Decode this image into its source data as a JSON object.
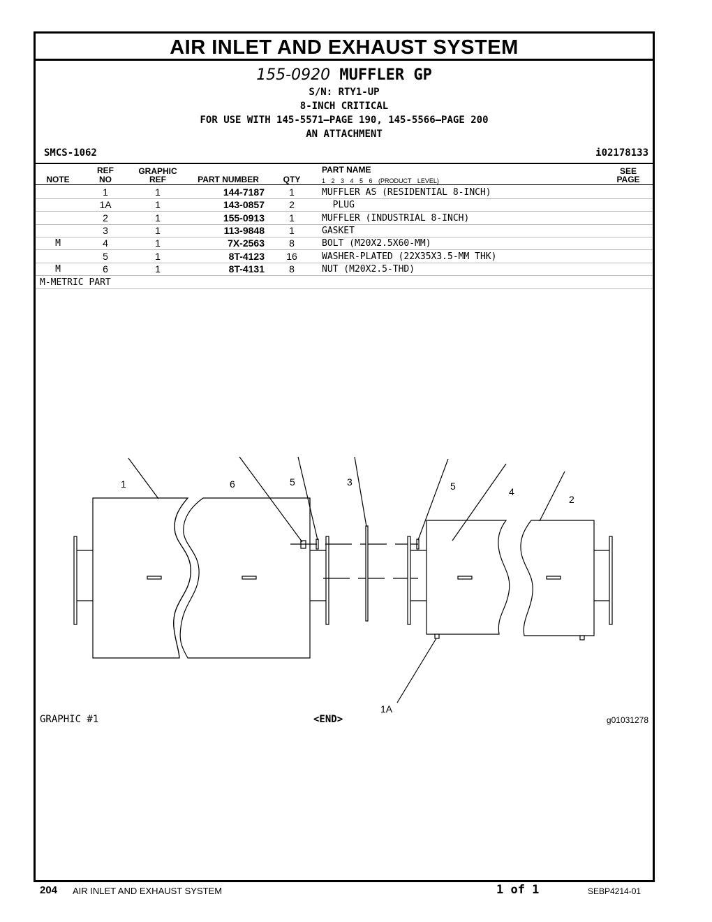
{
  "header": {
    "section_title": "AIR INLET AND EXHAUST SYSTEM",
    "group_part_number": "155-0920",
    "group_name": "MUFFLER GP",
    "serial": "S/N: RTY1-UP",
    "line2": "8-INCH CRITICAL",
    "line3": "FOR USE WITH 145-5571—PAGE 190, 145-5566—PAGE 200",
    "line4": "AN ATTACHMENT",
    "smcs": "SMCS-1062",
    "illustration_id": "i02178133"
  },
  "table": {
    "columns": {
      "note": "NOTE",
      "ref_top": "REF",
      "ref_bottom": "NO",
      "graphic_top": "GRAPHIC",
      "graphic_bottom": "REF",
      "part_number": "PART NUMBER",
      "qty": "QTY",
      "part_name": "PART NAME",
      "product_level": "1 2 3 4 5 6 (PRODUCT LEVEL)",
      "see_top": "SEE",
      "see_bottom": "PAGE"
    },
    "rows": [
      {
        "note": "",
        "ref": "1",
        "gref": "1",
        "part_number": "144-7187",
        "qty": "1",
        "name": "MUFFLER AS (RESIDENTIAL 8-INCH)"
      },
      {
        "note": "",
        "ref": "1A",
        "gref": "1",
        "part_number": "143-0857",
        "qty": "2",
        "name": "  PLUG"
      },
      {
        "note": "",
        "ref": "2",
        "gref": "1",
        "part_number": "155-0913",
        "qty": "1",
        "name": "MUFFLER (INDUSTRIAL 8-INCH)"
      },
      {
        "note": "",
        "ref": "3",
        "gref": "1",
        "part_number": "113-9848",
        "qty": "1",
        "name": "GASKET"
      },
      {
        "note": "M",
        "ref": "4",
        "gref": "1",
        "part_number": "7X-2563",
        "qty": "8",
        "name": "BOLT (M20X2.5X60-MM)"
      },
      {
        "note": "",
        "ref": "5",
        "gref": "1",
        "part_number": "8T-4123",
        "qty": "16",
        "name": "WASHER-PLATED (22X35X3.5-MM THK)"
      },
      {
        "note": "M",
        "ref": "6",
        "gref": "1",
        "part_number": "8T-4131",
        "qty": "8",
        "name": "NUT (M20X2.5-THD)"
      }
    ],
    "footnote": "M-METRIC PART"
  },
  "graphic": {
    "callouts": [
      "1",
      "6",
      "5",
      "3",
      "5",
      "4",
      "2",
      "1A"
    ],
    "label": "GRAPHIC #1",
    "end": "<END>",
    "graphic_id": "g01031278"
  },
  "footer": {
    "page_number": "204",
    "title": "AIR INLET AND EXHAUST SYSTEM",
    "page_of": "1 of 1",
    "doc_number": "SEBP4214-01"
  }
}
